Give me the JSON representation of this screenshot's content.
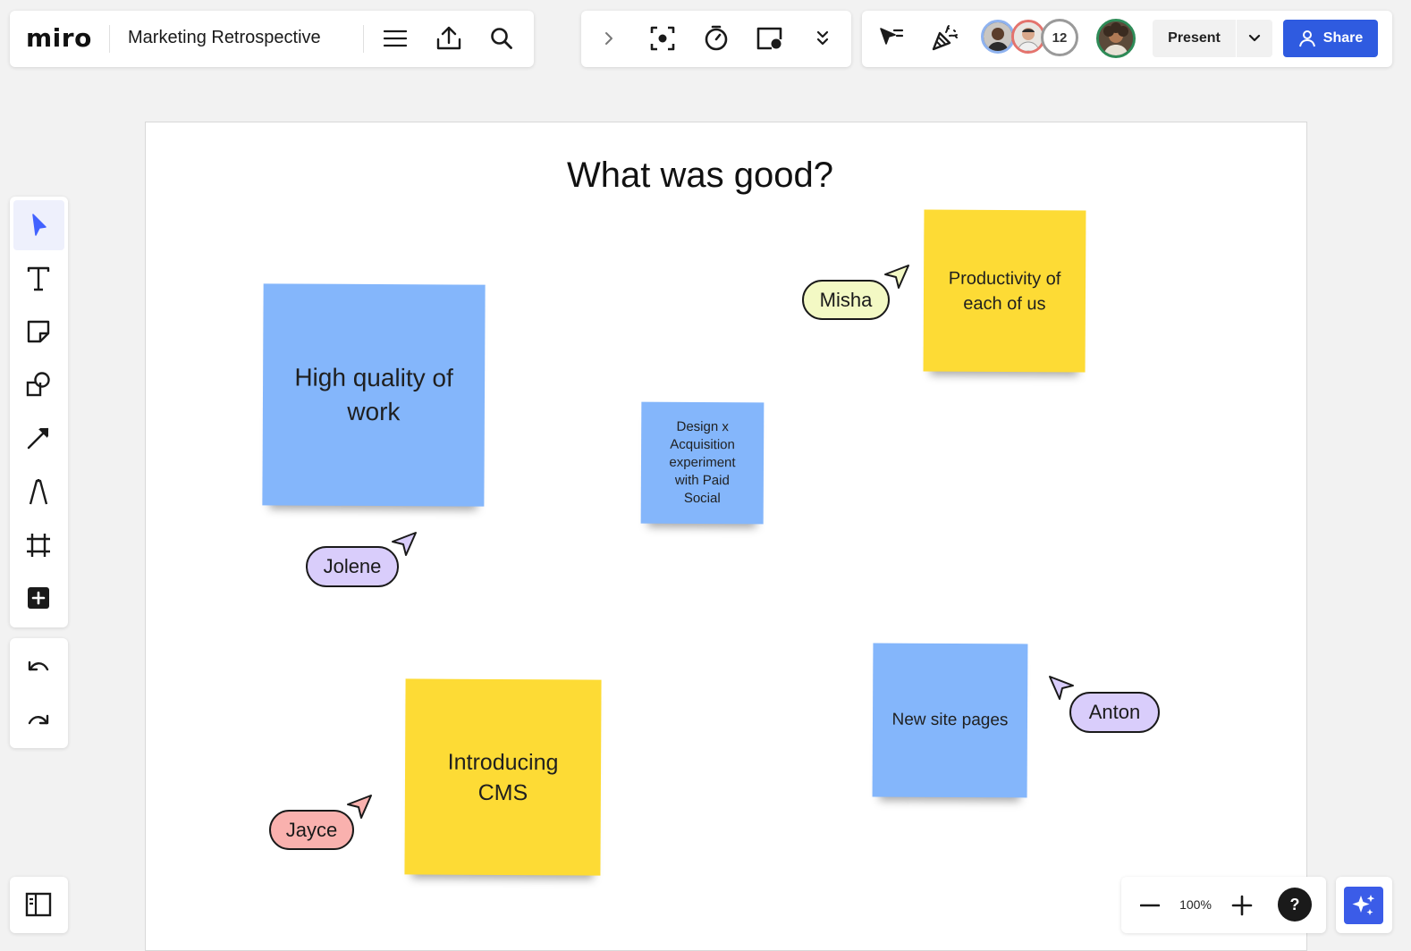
{
  "app": {
    "logo": "miro",
    "board_title": "Marketing Retrospective"
  },
  "header": {
    "collaborator_count": "12",
    "present_label": "Present",
    "share_label": "Share"
  },
  "icons": {
    "top_left": [
      "menu-icon",
      "export-icon",
      "search-icon"
    ],
    "top_center": [
      "collapse-chevron-icon",
      "focus-icon",
      "timer-icon",
      "card-icon",
      "more-tools-icon"
    ],
    "top_right": [
      "cursor-flag-icon",
      "celebrate-icon"
    ],
    "toolbar": [
      "select-icon",
      "text-icon",
      "sticky-note-icon",
      "shapes-icon",
      "line-icon",
      "pen-icon",
      "frame-icon",
      "add-icon",
      "undo-icon",
      "redo-icon",
      "sidebar-icon"
    ]
  },
  "canvas": {
    "frame_title": "What was good?",
    "stickies": [
      {
        "text": "High quality of work",
        "color": "#84b6fb"
      },
      {
        "text": "Productivity of each of us",
        "color": "#fddb35"
      },
      {
        "text": "Design x Acquisition experiment with Paid Social",
        "color": "#84b6fb"
      },
      {
        "text": "Introducing CMS",
        "color": "#fddb35"
      },
      {
        "text": "New site pages",
        "color": "#84b6fb"
      }
    ],
    "cursors": [
      {
        "name": "Misha",
        "color": "#f3f9c4"
      },
      {
        "name": "Jolene",
        "color": "#d9cdfb"
      },
      {
        "name": "Jayce",
        "color": "#f9b1ae"
      },
      {
        "name": "Anton",
        "color": "#d9cdfb"
      }
    ]
  },
  "zoom": {
    "level": "100%",
    "help_label": "?"
  },
  "colors": {
    "accent": "#2f5be0",
    "ai_button": "#3b5ce8",
    "active_tool": "#4262ff"
  }
}
